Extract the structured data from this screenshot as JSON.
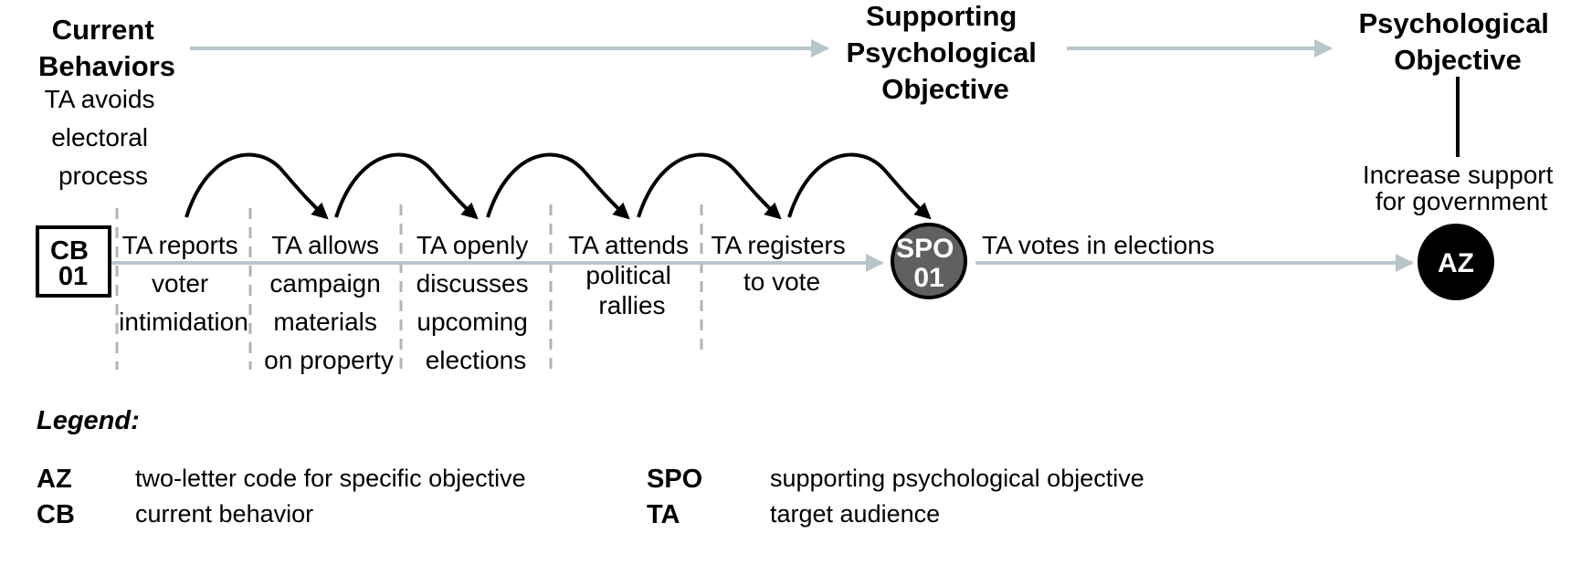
{
  "headers": {
    "current_behaviors": [
      "Current",
      "Behaviors"
    ],
    "supporting_objective": [
      "Supporting",
      "Psychological",
      "Objective"
    ],
    "psychological_objective": [
      "Psychological",
      "Objective"
    ]
  },
  "current_behavior_text": [
    "TA avoids",
    "electoral",
    "process"
  ],
  "cb_box": [
    "CB",
    "01"
  ],
  "steps": [
    {
      "lines": [
        "TA reports",
        "voter",
        "intimidation"
      ]
    },
    {
      "lines": [
        "TA allows",
        "campaign",
        "materials",
        "on property"
      ]
    },
    {
      "lines": [
        "TA openly",
        "discusses",
        "upcoming",
        "elections"
      ]
    },
    {
      "lines": [
        "TA attends",
        "political",
        "rallies"
      ]
    },
    {
      "lines": [
        "TA registers",
        "to vote"
      ]
    }
  ],
  "spo_circle": [
    "SPO",
    "01"
  ],
  "spo_behavior": "TA votes in elections",
  "objective_text": [
    "Increase support",
    "for government"
  ],
  "az_circle": "AZ",
  "legend": {
    "title": "Legend:",
    "entries": [
      {
        "abbr": "AZ",
        "definition": "two-letter code for specific objective"
      },
      {
        "abbr": "CB",
        "definition": "current behavior"
      },
      {
        "abbr": "SPO",
        "definition": "supporting psychological objective"
      },
      {
        "abbr": "TA",
        "definition": "target audience"
      }
    ]
  },
  "colors": {
    "flow_arrow": "#b8c6cc",
    "divider": "#b3b3b3",
    "spo_fill": "#606060",
    "az_fill": "#000000",
    "curve": "#000000"
  }
}
